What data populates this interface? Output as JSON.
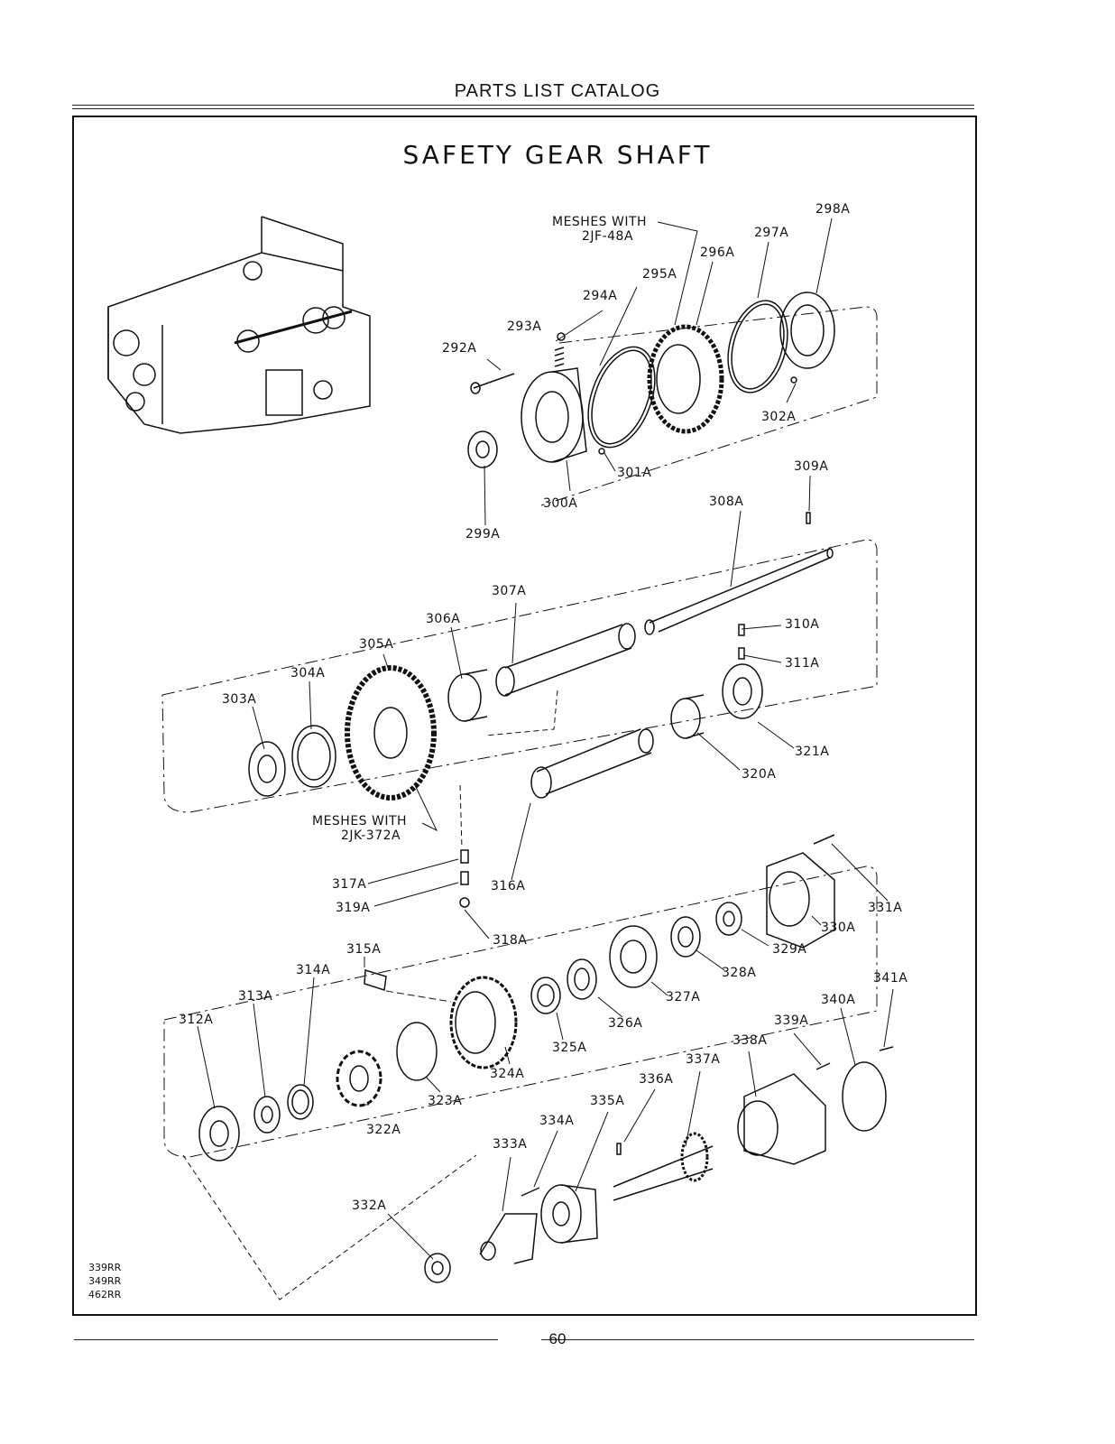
{
  "header": {
    "title": "PARTS LIST CATALOG"
  },
  "diagram": {
    "title": "SAFETY GEAR SHAFT",
    "mesh_notes": {
      "upper": [
        "MESHES WITH",
        "2JF-48A"
      ],
      "lower": [
        "MESHES WITH",
        "2JK-372A"
      ]
    },
    "part_labels": {
      "p292": "292A",
      "p293": "293A",
      "p294": "294A",
      "p295": "295A",
      "p296": "296A",
      "p297": "297A",
      "p298": "298A",
      "p299": "299A",
      "p300": "300A",
      "p301": "301A",
      "p302": "302A",
      "p303": "303A",
      "p304": "304A",
      "p305": "305A",
      "p306": "306A",
      "p307": "307A",
      "p308": "308A",
      "p309": "309A",
      "p310": "310A",
      "p311": "311A",
      "p312": "312A",
      "p313": "313A",
      "p314": "314A",
      "p315": "315A",
      "p316": "316A",
      "p317": "317A",
      "p318": "318A",
      "p319": "319A",
      "p320": "320A",
      "p321": "321A",
      "p322": "322A",
      "p323": "323A",
      "p324": "324A",
      "p325": "325A",
      "p326": "326A",
      "p327": "327A",
      "p328": "328A",
      "p329": "329A",
      "p330": "330A",
      "p331": "331A",
      "p332": "332A",
      "p333": "333A",
      "p334": "334A",
      "p335": "335A",
      "p336": "336A",
      "p337": "337A",
      "p338": "338A",
      "p339": "339A",
      "p340": "340A",
      "p341": "341A"
    },
    "model_codes": [
      "339RR",
      "349RR",
      "462RR"
    ]
  },
  "footer": {
    "page_number": "60"
  }
}
